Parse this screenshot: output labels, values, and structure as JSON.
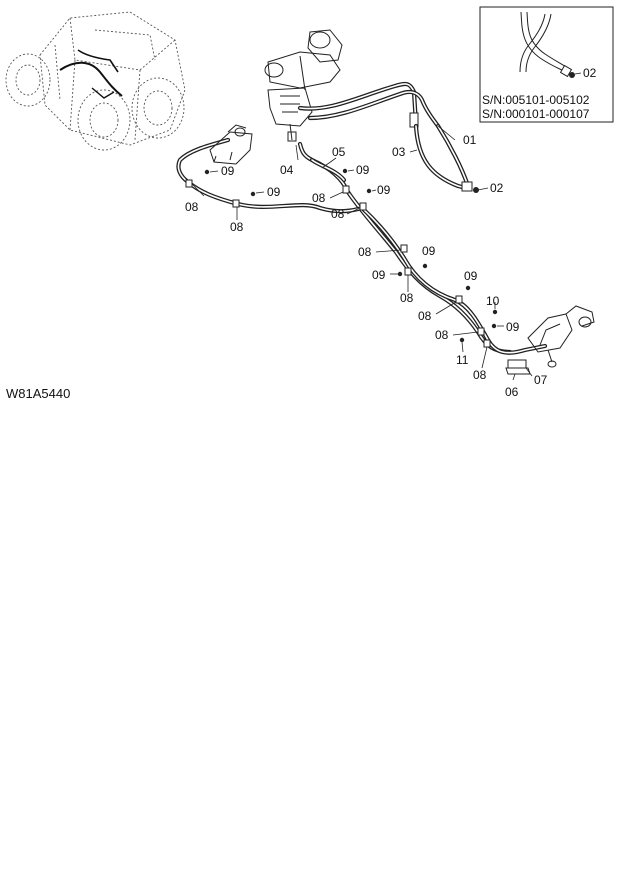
{
  "figure_code": "W81A5440",
  "inset": {
    "part_label": "02",
    "serial_ranges": [
      "S/N:005101-005102",
      "S/N:000101-000107"
    ]
  },
  "callouts": {
    "c01": "01",
    "c02": "02",
    "c03": "03",
    "c04": "04",
    "c05": "05",
    "c06": "06",
    "c07": "07",
    "c08": "08",
    "c09": "09",
    "c10": "10",
    "c11": "11"
  }
}
